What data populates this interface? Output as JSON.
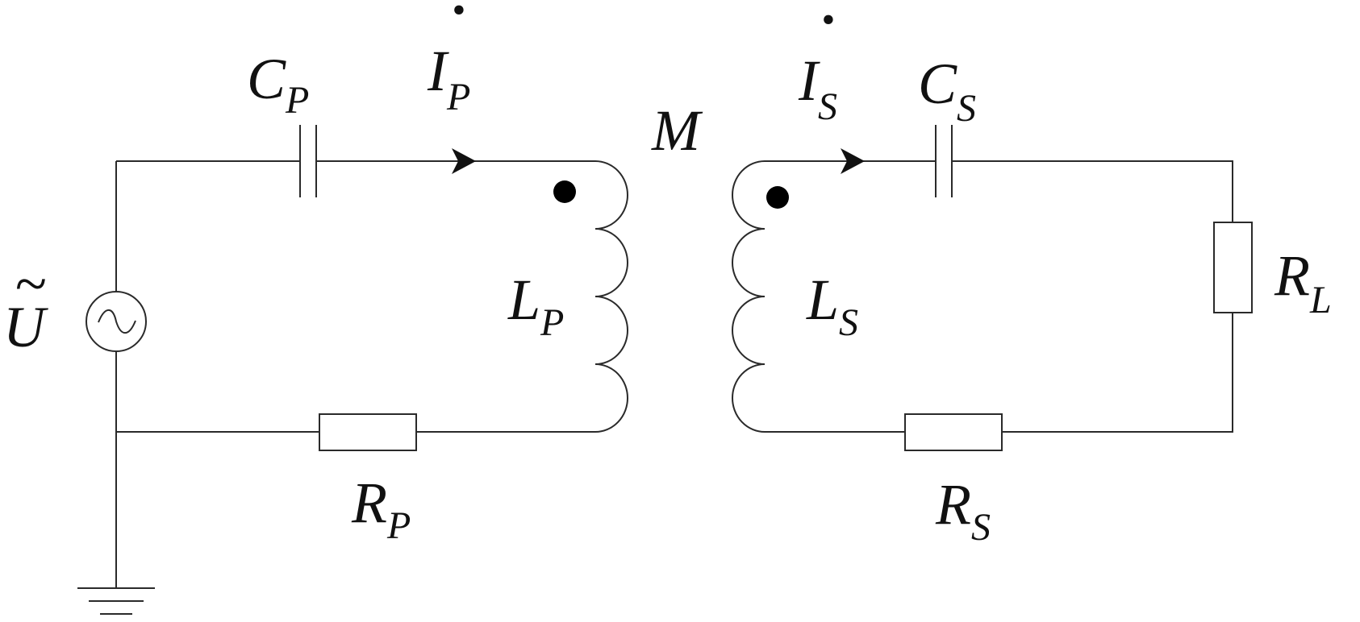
{
  "labels": {
    "source": "U",
    "source_tilde": "~",
    "cap_primary": {
      "base": "C",
      "sub": "P"
    },
    "current_primary": {
      "base": "I",
      "sub": "P",
      "dot": "•"
    },
    "mutual": "M",
    "current_secondary": {
      "base": "I",
      "sub": "S",
      "dot": "•"
    },
    "cap_secondary": {
      "base": "C",
      "sub": "S"
    },
    "load_resistor": {
      "base": "R",
      "sub": "L"
    },
    "ind_primary": {
      "base": "L",
      "sub": "P"
    },
    "ind_secondary": {
      "base": "L",
      "sub": "S"
    },
    "res_primary": {
      "base": "R",
      "sub": "P"
    },
    "res_secondary": {
      "base": "R",
      "sub": "S"
    }
  }
}
